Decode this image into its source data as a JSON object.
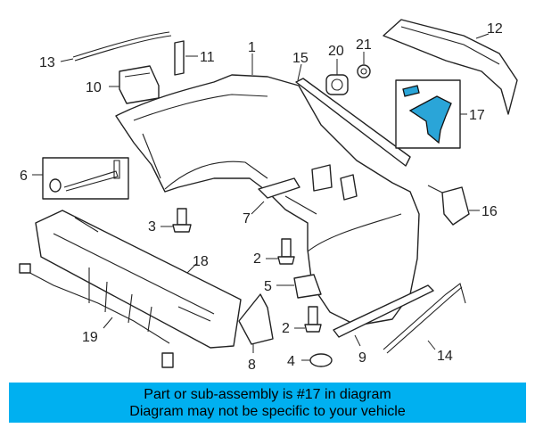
{
  "diagram": {
    "callouts": {
      "c1": "1",
      "c2a": "2",
      "c2b": "2",
      "c3": "3",
      "c4": "4",
      "c5": "5",
      "c6": "6",
      "c7": "7",
      "c8": "8",
      "c9": "9",
      "c10": "10",
      "c11": "11",
      "c12": "12",
      "c13": "13",
      "c14": "14",
      "c15": "15",
      "c16": "16",
      "c17": "17",
      "c18": "18",
      "c19": "19",
      "c20": "20",
      "c21": "21"
    },
    "highlight_color": "#2aa5d8"
  },
  "footer": {
    "line1": "Part or sub-assembly is #17 in diagram",
    "line2": "Diagram may not be specific to your vehicle",
    "background": "#00b0f0"
  }
}
